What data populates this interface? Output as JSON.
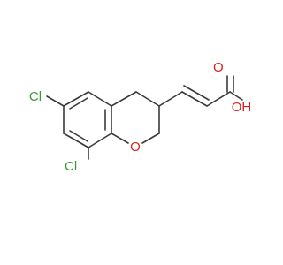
{
  "molecule": {
    "atom_labels": {
      "cl_top": "Cl",
      "cl_bottom": "Cl",
      "ring_oxygen": "O",
      "carbonyl_oxygen": "O",
      "hydroxyl": "OH"
    },
    "colors": {
      "bond": "#3a3a3a",
      "chlorine": "#3a9a3a",
      "oxygen": "#e0201c"
    }
  }
}
